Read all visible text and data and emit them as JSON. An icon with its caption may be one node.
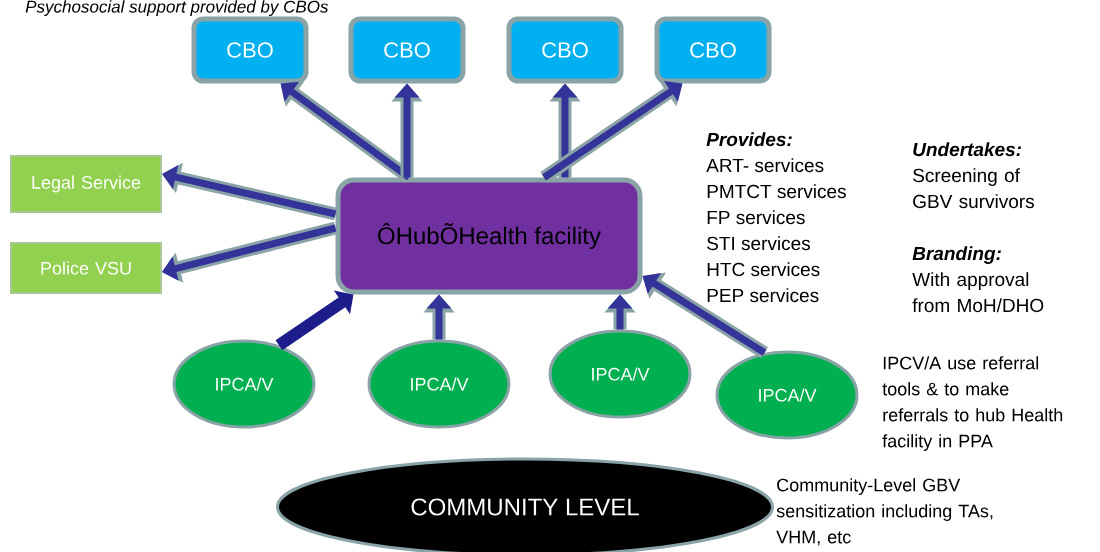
{
  "diagram": {
    "nodes": [
      {
        "text": [
          "CBO"
        ]
      },
      {
        "text": [
          "CBO"
        ]
      },
      {
        "text": [
          "CBO"
        ]
      },
      {
        "text": [
          "CBO"
        ]
      },
      {
        "text": [
          "Legal Service"
        ]
      },
      {
        "text": [
          "Police VSU"
        ]
      },
      {
        "text": [
          "ÔHubÕHealth facility"
        ]
      },
      {
        "text": [
          "IPCA/V"
        ]
      },
      {
        "text": [
          "IPCA/V"
        ]
      },
      {
        "text": [
          "IPCA/V"
        ]
      },
      {
        "text": [
          "IPCA/V"
        ],
        "beside": [
          "IPCV/A use referral tools & to make referrals to hub Health facility in PPA"
        ]
      },
      {
        "text": [
          "COMMUNITY LEVEL"
        ],
        "beside": [
          "Community-Level GBV sensitization including TAs, VHM, etc"
        ]
      }
    ],
    "edges": [
      {
        "from": 6,
        "to": 0,
        "arrow": "to"
      },
      {
        "from": 6,
        "to": 1,
        "arrow": "to"
      },
      {
        "from": 6,
        "to": 2,
        "arrow": "to"
      },
      {
        "from": 6,
        "to": 3,
        "arrow": "to"
      },
      {
        "from": 6,
        "to": 4,
        "arrow": "to"
      },
      {
        "from": 6,
        "to": 5,
        "arrow": "to"
      },
      {
        "from": 7,
        "to": 6,
        "arrow": "to",
        "color": "#1c1c8a"
      },
      {
        "from": 8,
        "to": 6,
        "arrow": "to"
      },
      {
        "from": 9,
        "to": 6,
        "arrow": "to"
      },
      {
        "from": 10,
        "to": 6,
        "arrow": "to"
      }
    ],
    "labels": [
      "Psychosocial support provided by CBOs",
      "Provides:",
      "ART- services",
      "PMTCT services",
      "FP services",
      "STI services",
      "HTC services",
      "PEP services",
      "Undertakes:",
      "Screening of GBV survivors",
      "Branding:",
      "With approval from MoH/DHO"
    ]
  }
}
